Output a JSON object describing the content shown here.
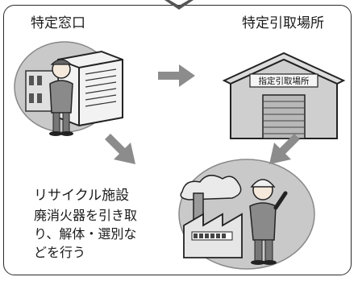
{
  "labels": {
    "designated_window": "特定窓口",
    "designated_pickup_place": "特定引取場所",
    "recycling_facility": "リサイクル施設",
    "building_sign": "指定引取場所"
  },
  "description_lines": [
    "廃消火器を引き取",
    "り、解体・選別な",
    "どを行う"
  ],
  "colors": {
    "border": "#2a2a2a",
    "arrow": "#8c8c8c",
    "circle_bg": "#c9c9c9"
  },
  "icons": [
    "chevron-down-icon",
    "right-arrow-icon",
    "down-left-arrow-icon",
    "down-right-arrow-icon"
  ]
}
